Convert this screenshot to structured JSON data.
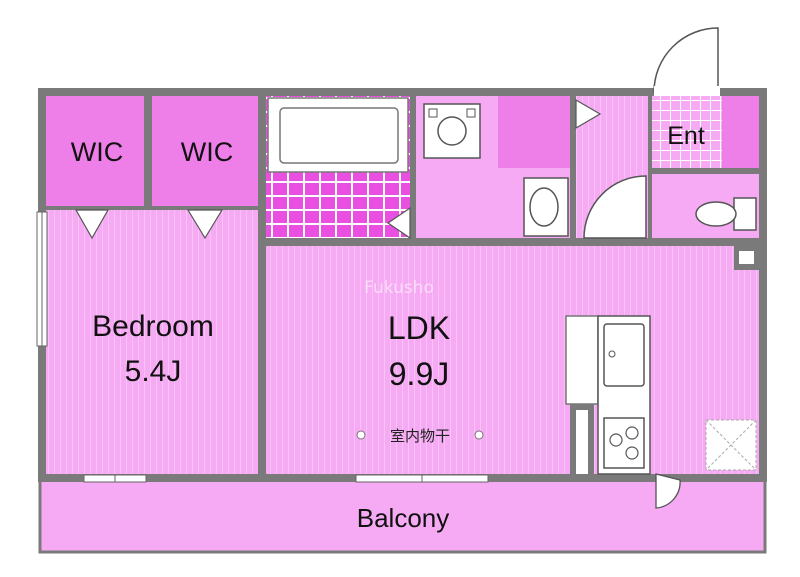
{
  "rooms": {
    "wic1": "WIC",
    "wic2": "WIC",
    "entrance": "Ent",
    "bedroom_name": "Bedroom",
    "bedroom_size": "5.4J",
    "ldk_name": "LDK",
    "ldk_size": "9.9J",
    "balcony": "Balcony"
  },
  "annotations": {
    "drying": "室内物干",
    "watermark": "Fukusho"
  },
  "colors": {
    "wall": "#7a7a7a",
    "room_fill": "#f6aaf3",
    "wic_fill": "#ee7fe8",
    "tile": "#e94fe0",
    "fixture": "#ffffff"
  }
}
